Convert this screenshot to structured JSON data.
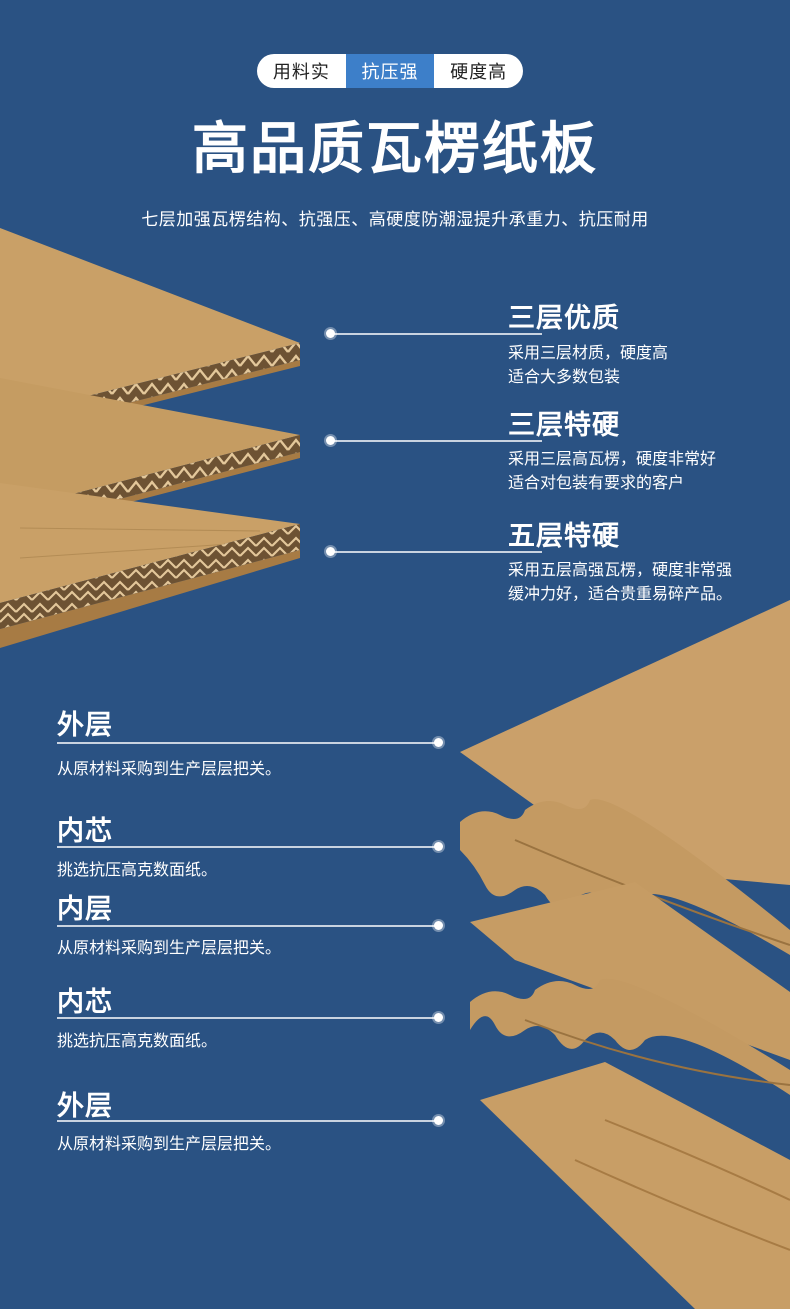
{
  "tags": [
    "用料实",
    "抗压强",
    "硬度高"
  ],
  "title": "高品质瓦楞纸板",
  "subtitle": "七层加强瓦楞结构、抗强压、高硬度防潮湿提升承重力、抗压耐用",
  "features": [
    {
      "title": "三层优质",
      "desc1": "采用三层材质，硬度高",
      "desc2": "适合大多数包装"
    },
    {
      "title": "三层特硬",
      "desc1": "采用三层高瓦楞，硬度非常好",
      "desc2": "适合对包装有要求的客户"
    },
    {
      "title": "五层特硬",
      "desc1": "采用五层高强瓦楞，硬度非常强",
      "desc2": "缓冲力好，适合贵重易碎产品。"
    }
  ],
  "layers": [
    {
      "title": "外层",
      "desc": "从原材料采购到生产层层把关。"
    },
    {
      "title": "内芯",
      "desc": "挑选抗压高克数面纸。"
    },
    {
      "title": "内层",
      "desc": "从原材料采购到生产层层把关。"
    },
    {
      "title": "内芯",
      "desc": "挑选抗压高克数面纸。"
    },
    {
      "title": "外层",
      "desc": "从原材料采购到生产层层把关。"
    }
  ],
  "colors": {
    "background": "#2a5283",
    "accent": "#3d7fc9",
    "kraft": "#c9a067",
    "kraft_dark": "#a77b44"
  }
}
